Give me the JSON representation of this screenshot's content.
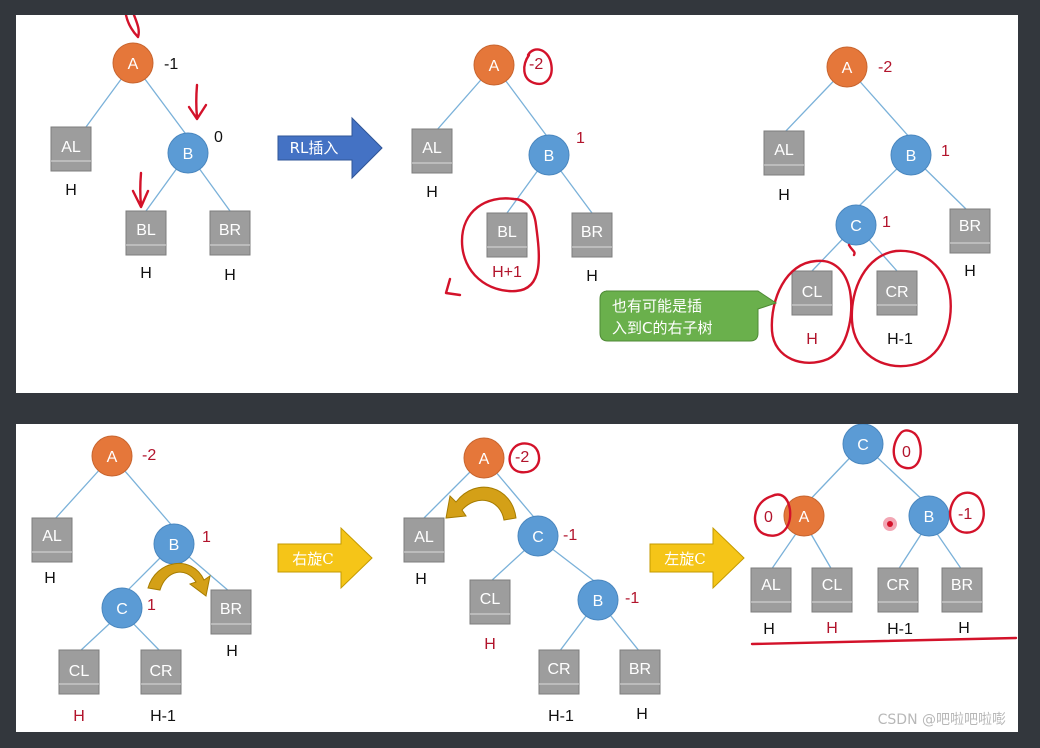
{
  "top": {
    "arrow_label": "RL插入",
    "callout": [
      "也有可能是插",
      "入到C的右子树"
    ],
    "tree1": {
      "A": {
        "label": "A",
        "bf": "-1"
      },
      "B": {
        "label": "B",
        "bf": "0"
      },
      "AL": {
        "label": "AL",
        "h": "H"
      },
      "BL": {
        "label": "BL",
        "h": "H"
      },
      "BR": {
        "label": "BR",
        "h": "H"
      }
    },
    "tree2": {
      "A": {
        "label": "A",
        "bf": "-2"
      },
      "B": {
        "label": "B",
        "bf": "1"
      },
      "AL": {
        "label": "AL",
        "h": "H"
      },
      "BL": {
        "label": "BL",
        "h": "H+1"
      },
      "BR": {
        "label": "BR",
        "h": "H"
      }
    },
    "tree3": {
      "A": {
        "label": "A",
        "bf": "-2"
      },
      "B": {
        "label": "B",
        "bf": "1"
      },
      "C": {
        "label": "C",
        "bf": "1"
      },
      "AL": {
        "label": "AL",
        "h": "H"
      },
      "BR": {
        "label": "BR",
        "h": "H"
      },
      "CL": {
        "label": "CL",
        "h": "H"
      },
      "CR": {
        "label": "CR",
        "h": "H-1"
      }
    }
  },
  "bottom": {
    "arrow1_label": "右旋C",
    "arrow2_label": "左旋C",
    "tree1": {
      "A": {
        "label": "A",
        "bf": "-2"
      },
      "B": {
        "label": "B",
        "bf": "1"
      },
      "C": {
        "label": "C",
        "bf": "1"
      },
      "AL": {
        "label": "AL",
        "h": "H"
      },
      "BR": {
        "label": "BR",
        "h": "H"
      },
      "CL": {
        "label": "CL",
        "h": "H"
      },
      "CR": {
        "label": "CR",
        "h": "H-1"
      }
    },
    "tree2": {
      "A": {
        "label": "A",
        "bf": "-2"
      },
      "C": {
        "label": "C",
        "bf": "-1"
      },
      "B": {
        "label": "B",
        "bf": "-1"
      },
      "AL": {
        "label": "AL",
        "h": "H"
      },
      "CL": {
        "label": "CL",
        "h": "H"
      },
      "CR": {
        "label": "CR",
        "h": "H-1"
      },
      "BR": {
        "label": "BR",
        "h": "H"
      }
    },
    "tree3": {
      "C": {
        "label": "C",
        "bf": "0"
      },
      "A": {
        "label": "A",
        "bf": "0"
      },
      "B": {
        "label": "B",
        "bf": "-1"
      },
      "AL": {
        "label": "AL",
        "h": "H"
      },
      "CL": {
        "label": "CL",
        "h": "H"
      },
      "CR": {
        "label": "CR",
        "h": "H-1"
      },
      "BR": {
        "label": "BR",
        "h": "H"
      }
    }
  },
  "watermark": "CSDN @吧啦吧啦嘭",
  "colors": {
    "node_orange": "#e5773a",
    "node_blue": "#5b9bd5",
    "box_gray": "#9d9d9d",
    "arrow_blue": "#4472c4",
    "arrow_yellow": "#f5c518",
    "callout_green": "#6ab04c",
    "ink_red": "#d3122a",
    "panel_bg": "#ffffff",
    "page_bg": "#33373d"
  }
}
